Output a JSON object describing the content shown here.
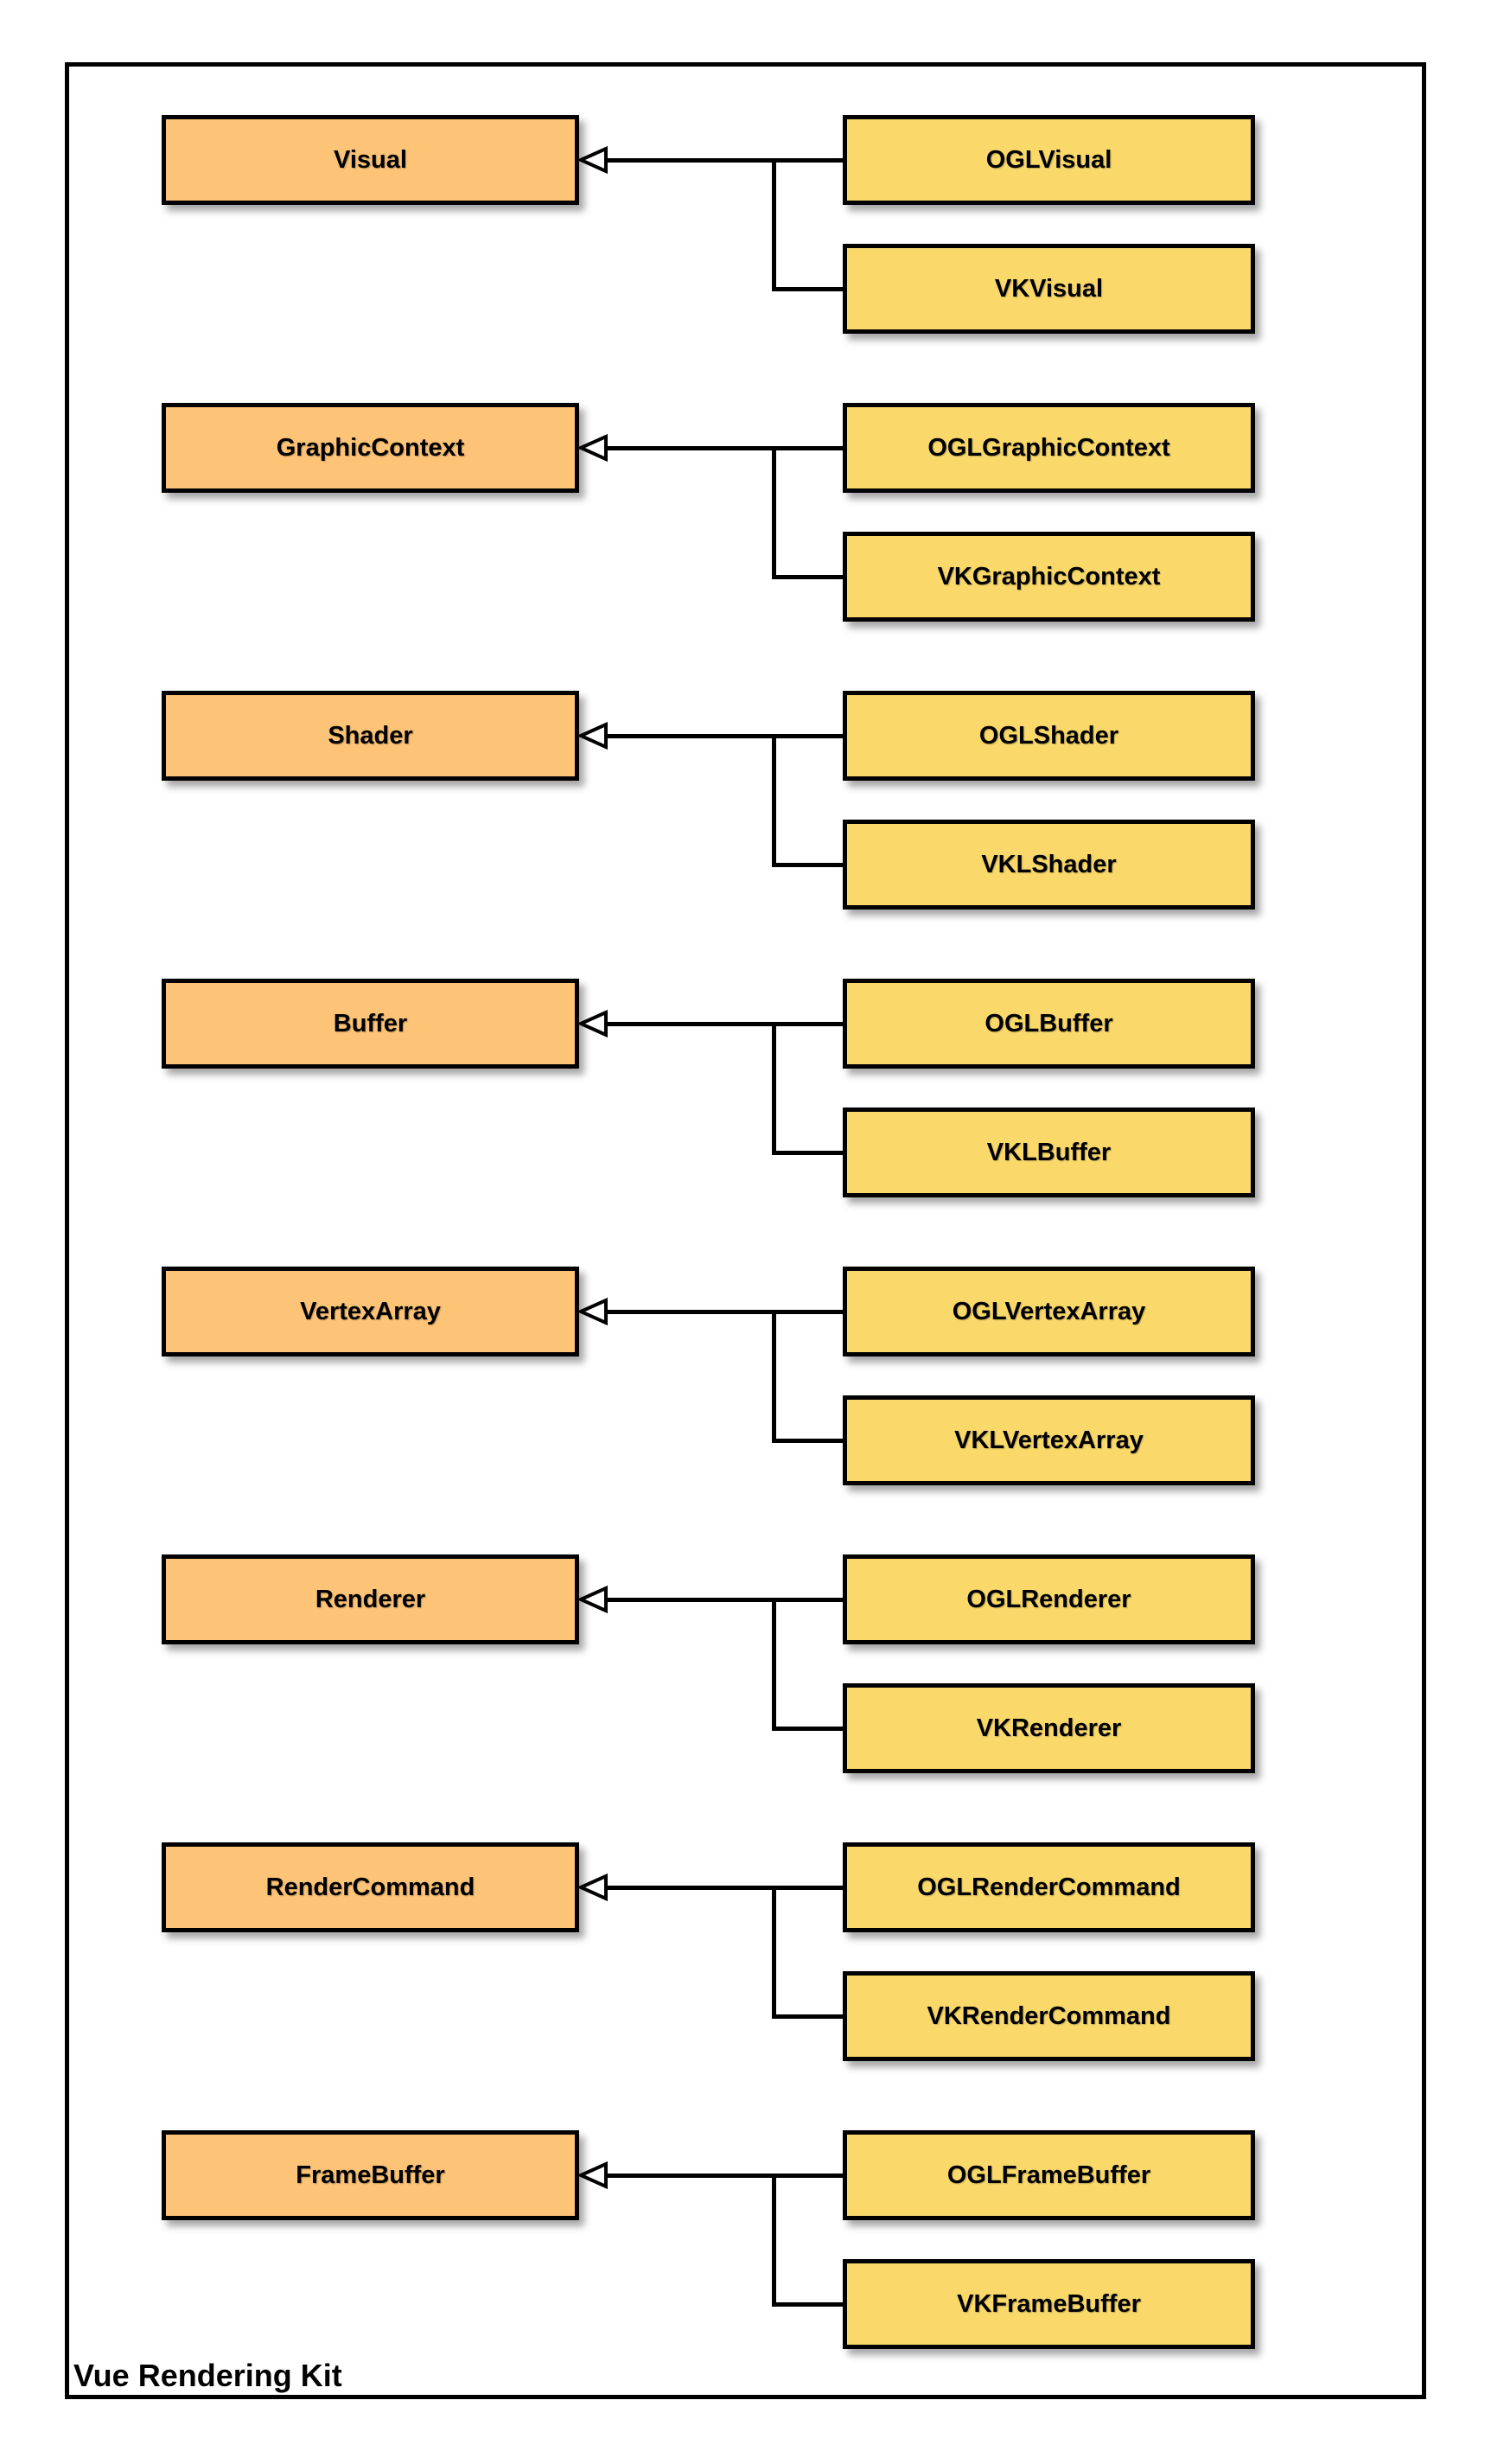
{
  "diagram": {
    "title": "Vue Rendering Kit",
    "relation_type": "inheritance",
    "arrow_icon": "hollow-triangle-arrowhead",
    "colors": {
      "base_class_fill": "#FDC376",
      "derived_class_fill": "#FAD96A",
      "stroke": "#000000",
      "background": "#FFFFFF"
    },
    "groups": [
      {
        "base": "Visual",
        "derived": [
          "OGLVisual",
          "VKVisual"
        ]
      },
      {
        "base": "GraphicContext",
        "derived": [
          "OGLGraphicContext",
          "VKGraphicContext"
        ]
      },
      {
        "base": "Shader",
        "derived": [
          "OGLShader",
          "VKLShader"
        ]
      },
      {
        "base": "Buffer",
        "derived": [
          "OGLBuffer",
          "VKLBuffer"
        ]
      },
      {
        "base": "VertexArray",
        "derived": [
          "OGLVertexArray",
          "VKLVertexArray"
        ]
      },
      {
        "base": "Renderer",
        "derived": [
          "OGLRenderer",
          "VKRenderer"
        ]
      },
      {
        "base": "RenderCommand",
        "derived": [
          "OGLRenderCommand",
          "VKRenderCommand"
        ]
      },
      {
        "base": "FrameBuffer",
        "derived": [
          "OGLFrameBuffer",
          "VKFrameBuffer"
        ]
      }
    ]
  }
}
